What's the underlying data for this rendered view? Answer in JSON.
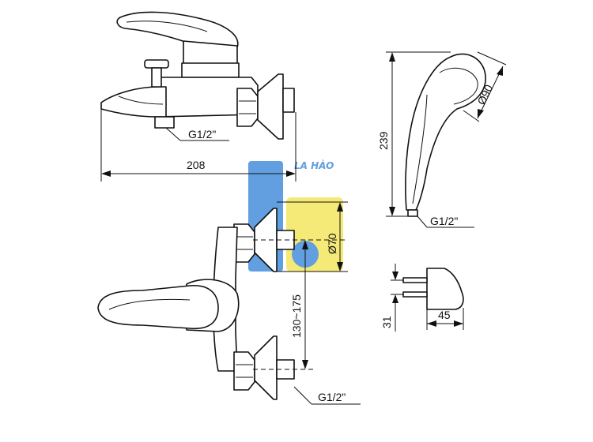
{
  "labels": {
    "top_inlet_thread": "G1/2\"",
    "total_length": "208",
    "handshower_height": "239",
    "handshower_head_diameter": "Ø90",
    "handshower_thread": "G1/2\"",
    "escutcheon_diameter": "Ø70",
    "inlet_distance": "130~175",
    "bottom_inlet_thread": "G1/2\"",
    "holder_height": "31",
    "holder_depth": "45"
  },
  "watermark": {
    "text": "LA HÀO",
    "color_blue": "#2e7fd6",
    "color_yellow": "#f2e34a"
  }
}
